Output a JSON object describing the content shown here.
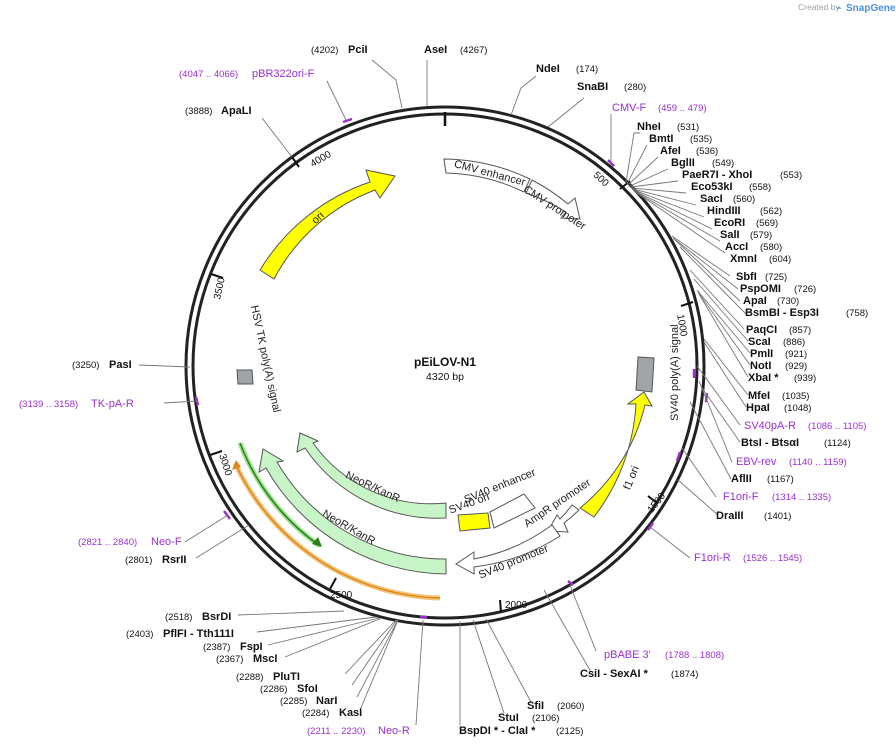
{
  "watermark": {
    "created_by": "Created by",
    "brand": "SnapGene"
  },
  "plasmid": {
    "name": "pEiLOV-N1",
    "size": "4320 bp"
  },
  "ticks": [
    "500",
    "1000",
    "1500",
    "2000",
    "2500",
    "3000",
    "3500",
    "4000"
  ],
  "enzymes": [
    {
      "name": "PciI",
      "pos": "(4202)"
    },
    {
      "name": "AseI",
      "pos": "(4267)"
    },
    {
      "name": "NdeI",
      "pos": "(174)"
    },
    {
      "name": "SnaBI",
      "pos": "(280)"
    },
    {
      "name": "ApaLI",
      "pos": "(3888)"
    },
    {
      "name": "NheI",
      "pos": "(531)"
    },
    {
      "name": "BmtI",
      "pos": "(535)"
    },
    {
      "name": "AfeI",
      "pos": "(536)"
    },
    {
      "name": "BglII",
      "pos": "(549)"
    },
    {
      "name": "PaeR7I - XhoI",
      "pos": "(553)"
    },
    {
      "name": "Eco53kI",
      "pos": "(558)"
    },
    {
      "name": "SacI",
      "pos": "(560)"
    },
    {
      "name": "HindIII",
      "pos": "(562)"
    },
    {
      "name": "EcoRI",
      "pos": "(569)"
    },
    {
      "name": "SalI",
      "pos": "(579)"
    },
    {
      "name": "AccI",
      "pos": "(580)"
    },
    {
      "name": "XmnI",
      "pos": "(604)"
    },
    {
      "name": "SbfI",
      "pos": "(725)"
    },
    {
      "name": "PspOMI",
      "pos": "(726)"
    },
    {
      "name": "ApaI",
      "pos": "(730)"
    },
    {
      "name": "BsmBI - Esp3I",
      "pos": "(758)"
    },
    {
      "name": "PaqCI",
      "pos": "(857)"
    },
    {
      "name": "ScaI",
      "pos": "(886)"
    },
    {
      "name": "PmlI",
      "pos": "(921)"
    },
    {
      "name": "NotI",
      "pos": "(929)"
    },
    {
      "name": "XbaI *",
      "pos": "(939)"
    },
    {
      "name": "MfeI",
      "pos": "(1035)"
    },
    {
      "name": "HpaI",
      "pos": "(1048)"
    },
    {
      "name": "BtsI - BtsαI",
      "pos": "(1124)"
    },
    {
      "name": "AflII",
      "pos": "(1167)"
    },
    {
      "name": "DraIII",
      "pos": "(1401)"
    },
    {
      "name": "CsiI - SexAI *",
      "pos": "(1874)"
    },
    {
      "name": "SfiI",
      "pos": "(2060)"
    },
    {
      "name": "StuI",
      "pos": "(2106)"
    },
    {
      "name": "BspDI * - ClaI *",
      "pos": "(2125)"
    },
    {
      "name": "KasI",
      "pos": "(2284)"
    },
    {
      "name": "NarI",
      "pos": "(2285)"
    },
    {
      "name": "SfoI",
      "pos": "(2286)"
    },
    {
      "name": "PluTI",
      "pos": "(2288)"
    },
    {
      "name": "MscI",
      "pos": "(2367)"
    },
    {
      "name": "FspI",
      "pos": "(2387)"
    },
    {
      "name": "PflFI - Tth111I",
      "pos": "(2403)"
    },
    {
      "name": "BsrDI",
      "pos": "(2518)"
    },
    {
      "name": "RsrII",
      "pos": "(2801)"
    },
    {
      "name": "PasI",
      "pos": "(3250)"
    }
  ],
  "primers": [
    {
      "name": "pBR322ori-F",
      "pos": "(4047 .. 4066)"
    },
    {
      "name": "CMV-F",
      "pos": "(459 .. 479)"
    },
    {
      "name": "SV40pA-R",
      "pos": "(1086 .. 1105)"
    },
    {
      "name": "EBV-rev",
      "pos": "(1140 .. 1159)"
    },
    {
      "name": "F1ori-F",
      "pos": "(1314 .. 1335)"
    },
    {
      "name": "F1ori-R",
      "pos": "(1526 .. 1545)"
    },
    {
      "name": "pBABE 3'",
      "pos": "(1788 .. 1808)"
    },
    {
      "name": "Neo-R",
      "pos": "(2211 .. 2230)"
    },
    {
      "name": "Neo-F",
      "pos": "(2821 .. 2840)"
    },
    {
      "name": "TK-pA-R",
      "pos": "(3139 .. 3158)"
    }
  ],
  "features": {
    "cmv_enhancer": "CMV enhancer",
    "cmv_promoter": "CMV promoter",
    "ori": "ori",
    "sv40_polya": "SV40 poly(A) signal",
    "f1_ori": "f1 ori",
    "ampr_promoter": "AmpR promoter",
    "sv40_promoter": "SV40 promoter",
    "sv40_enhancer": "SV40 enhancer",
    "sv40_ori": "SV40 ori",
    "neokanr_1": "NeoR/KanR",
    "neokanr_2": "NeoR/KanR",
    "hsv_tk": "HSV TK poly(A) signal"
  },
  "colors": {
    "backbone": "#222222",
    "enzyme_label": "#111111",
    "primer": "#9a2fd0",
    "ori_fill": "#ffff00",
    "neo_fill": "#c8f5c8",
    "promoter_fill": "#ffffff",
    "polya_fill": "#a0a4a8",
    "primer_dark": "#2e7d1a",
    "primer_orange": "#e0861a"
  }
}
